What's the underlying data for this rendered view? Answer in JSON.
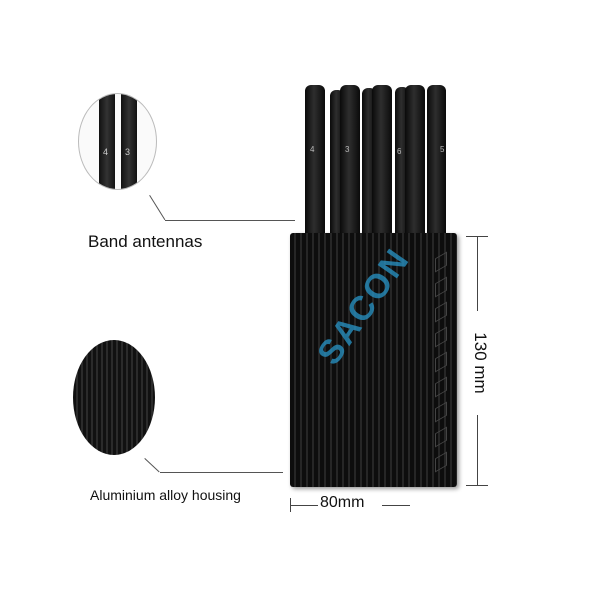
{
  "annotations": {
    "antennas_label": "Band antennas",
    "housing_label": "Aluminium alloy housing",
    "height_label": "130 mm",
    "width_label": "80mm"
  },
  "antenna_numbers": [
    "4",
    "3",
    "6",
    "5"
  ],
  "zoom_antenna_numbers": [
    "4",
    "3"
  ],
  "watermark": "SACON"
}
